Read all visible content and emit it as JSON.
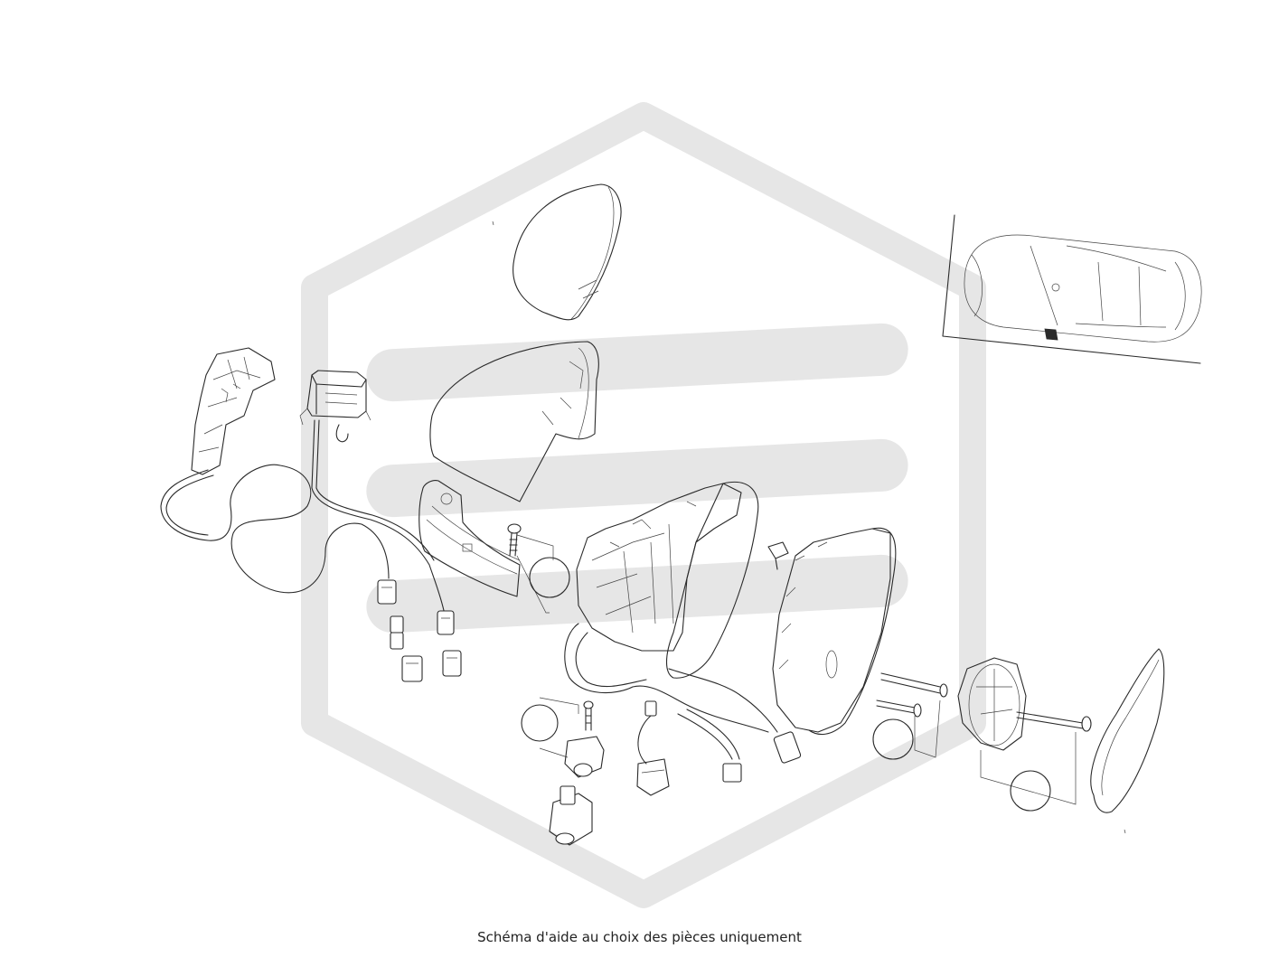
{
  "caption": "Schéma d'aide au choix des pièces uniquement",
  "colors": {
    "line": "#2a2a2a",
    "watermark": "#e6e6e6",
    "background": "#ffffff"
  },
  "parts": [
    "harness-bracket",
    "control-module",
    "wiring-harness",
    "connectors",
    "mirror-cap-outer",
    "mirror-housing-cover",
    "turn-signal-indicator",
    "mirror-base",
    "mirror-frame",
    "mirror-motor",
    "mirror-glass",
    "camera-module",
    "sensor",
    "screws",
    "vehicle-location-inset"
  ]
}
